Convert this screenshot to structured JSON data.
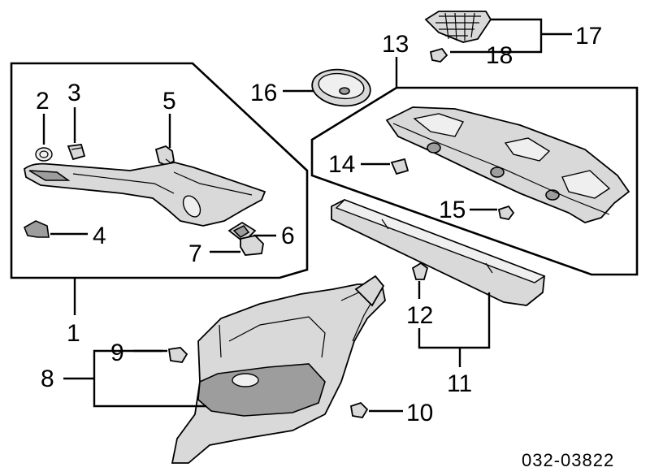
{
  "diagram": {
    "part_code": "032-03822",
    "callouts": {
      "c1": "1",
      "c2": "2",
      "c3": "3",
      "c4": "4",
      "c5": "5",
      "c6": "6",
      "c7": "7",
      "c8": "8",
      "c9": "9",
      "c10": "10",
      "c11": "11",
      "c12": "12",
      "c13": "13",
      "c14": "14",
      "c15": "15",
      "c16": "16",
      "c17": "17",
      "c18": "18"
    }
  }
}
